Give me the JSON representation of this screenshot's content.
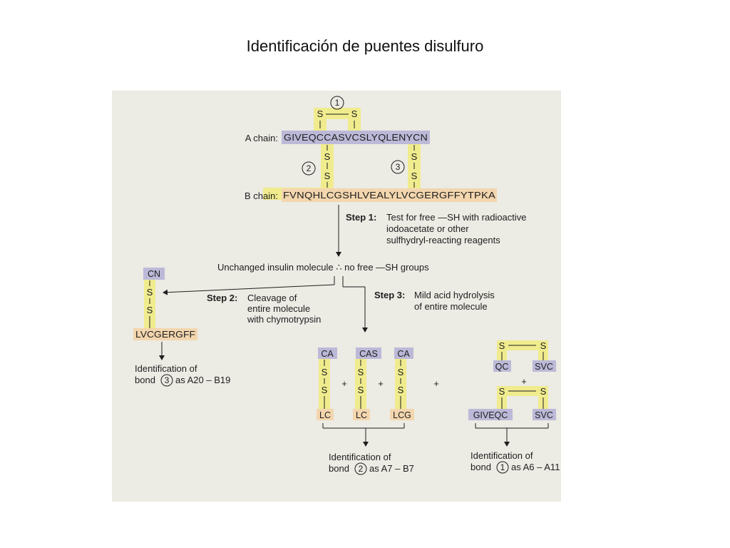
{
  "title": "Identificación de puentes disulfuro",
  "sulfur": "S",
  "plus": "+",
  "colors": {
    "background": "#ecebe4",
    "purple": "#bcb9d8",
    "yellow": "#f0ec8e",
    "peach": "#f3d6ae",
    "ink": "#1e1e1e"
  },
  "top": {
    "bond1": "1",
    "bond2": "2",
    "bond3": "3",
    "a_chain_label": "A chain:",
    "a_chain_seq": "GIVEQCCASVCSLYQLENYCN",
    "b_chain_label": "B chain:",
    "b_chain_seq": "FVNQHLCGSHLVEALYLVCGERGFFYTPKA"
  },
  "step1": {
    "label": "Step 1:",
    "lines": [
      "Test for free  —SH with radioactive",
      "iodoacetate or other",
      "sulfhydryl-reacting reagents"
    ]
  },
  "unchanged": "Unchanged insulin molecule ∴ no free  —SH groups",
  "step2": {
    "label": "Step 2:",
    "lines": [
      "Cleavage of",
      "entire molecule",
      "with chymotrypsin"
    ]
  },
  "step3": {
    "label": "Step 3:",
    "lines": [
      "Mild acid hydrolysis",
      "of entire molecule"
    ]
  },
  "left_fragment": {
    "top": "CN",
    "bottom": "LVCGERGFF",
    "id_line1": "Identification of",
    "id_line2_pre": "bond",
    "id_num": "3",
    "id_line2_post": "as A20 – B19"
  },
  "middle_fragments": {
    "f1_top": "CA",
    "f1_bottom": "LC",
    "f2_top": "CAS",
    "f2_bottom": "LC",
    "f3_top": "CA",
    "f3_bottom": "LCG",
    "id_line1": "Identification of",
    "id_line2_pre": "bond",
    "id_num": "2",
    "id_line2_post": "as A7 – B7"
  },
  "right_fragments": {
    "upper_left": "QC",
    "upper_right": "SVC",
    "lower_left": "GIVEQC",
    "lower_right": "SVC",
    "id_line1": "Identification of",
    "id_line2_pre": "bond",
    "id_num": "1",
    "id_line2_post": "as A6 – A11"
  }
}
